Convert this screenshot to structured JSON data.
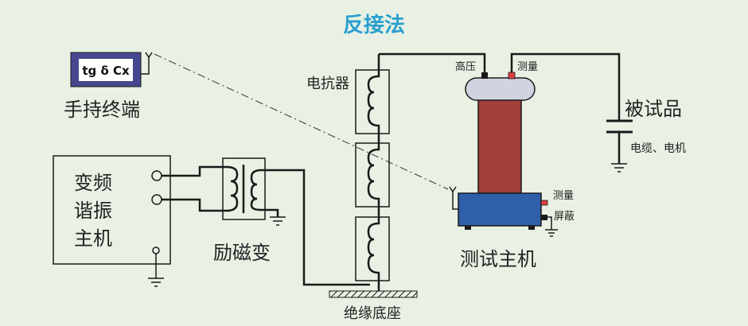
{
  "title": "反接法",
  "handheld": {
    "screen_text": "tg δ Cx",
    "label": "手持终端"
  },
  "vfr_host": {
    "line1": "变频",
    "line2": "谐振",
    "line3": "主机"
  },
  "exciter": {
    "label": "励磁变"
  },
  "reactor": {
    "label": "电抗器"
  },
  "base": {
    "label": "绝缘底座"
  },
  "test_host": {
    "label": "测试主机",
    "hv_terminal": "高压",
    "measure_top": "测量",
    "measure_side": "测量",
    "shield": "屏蔽"
  },
  "dut": {
    "label": "被试品",
    "sublabel": "电缆、电机"
  },
  "colors": {
    "title": "#2a9fd0",
    "background": "#e8f1e4",
    "handheld_frame": "#47478f",
    "column": "#a33f3a",
    "cap": "#d2d3e0",
    "box": "#2e5fa8",
    "terminal_red": "#d94040"
  }
}
